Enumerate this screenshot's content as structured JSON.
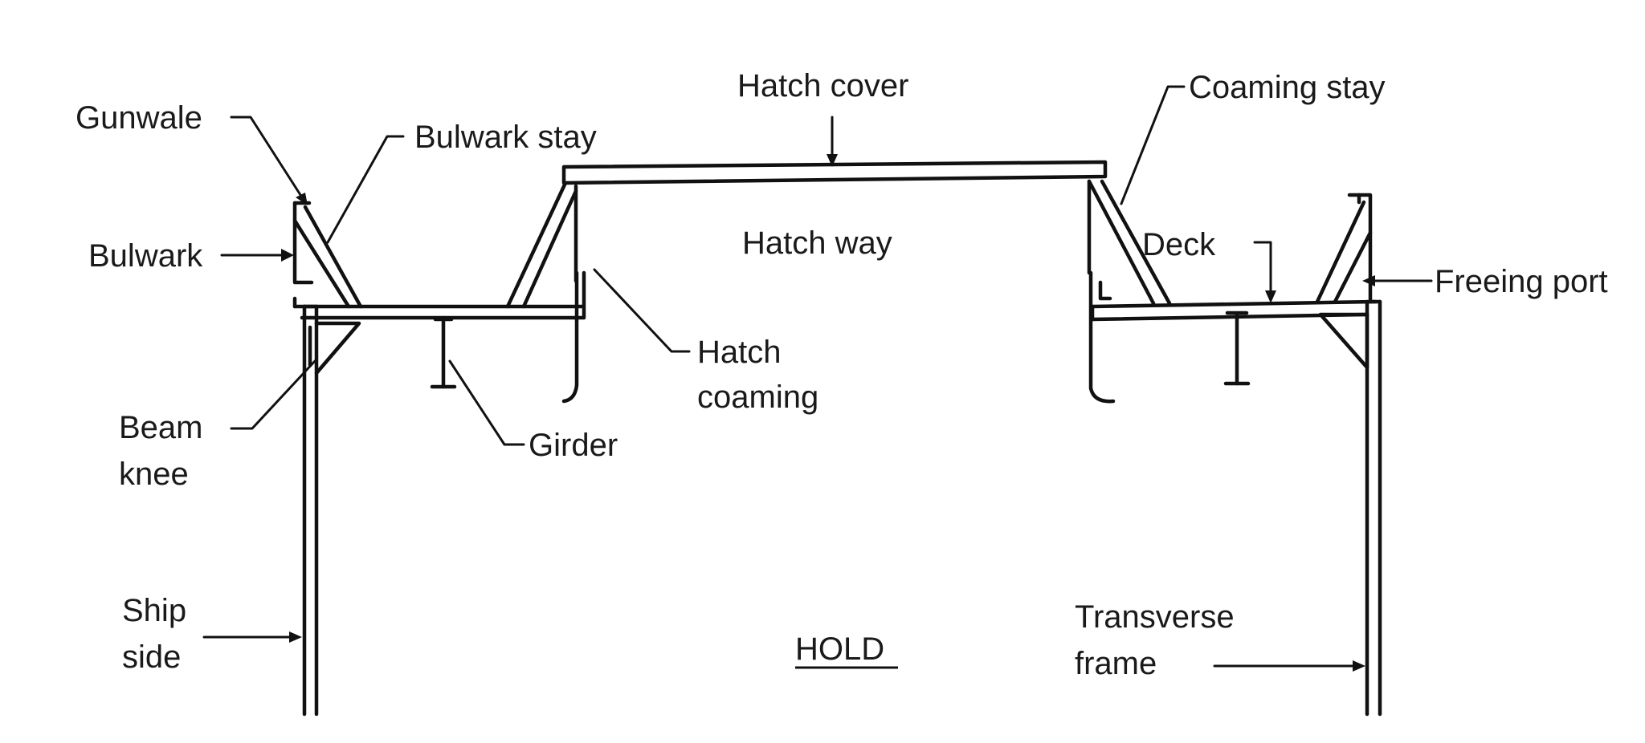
{
  "diagram": {
    "labels": {
      "gunwale": "Gunwale",
      "bulwark_stay": "Bulwark stay",
      "bulwark": "Bulwark",
      "hatch_cover": "Hatch cover",
      "hatch_way": "Hatch way",
      "coaming_stay": "Coaming stay",
      "deck": "Deck",
      "freeing_port": "Freeing port",
      "hatch_coaming_line1": "Hatch",
      "hatch_coaming_line2": "coaming",
      "girder": "Girder",
      "beam_knee_line1": "Beam",
      "beam_knee_line2": "knee",
      "ship_side_line1": "Ship",
      "ship_side_line2": "side",
      "transverse_frame_line1": "Transverse",
      "transverse_frame_line2": "frame",
      "hold": "HOLD"
    }
  }
}
